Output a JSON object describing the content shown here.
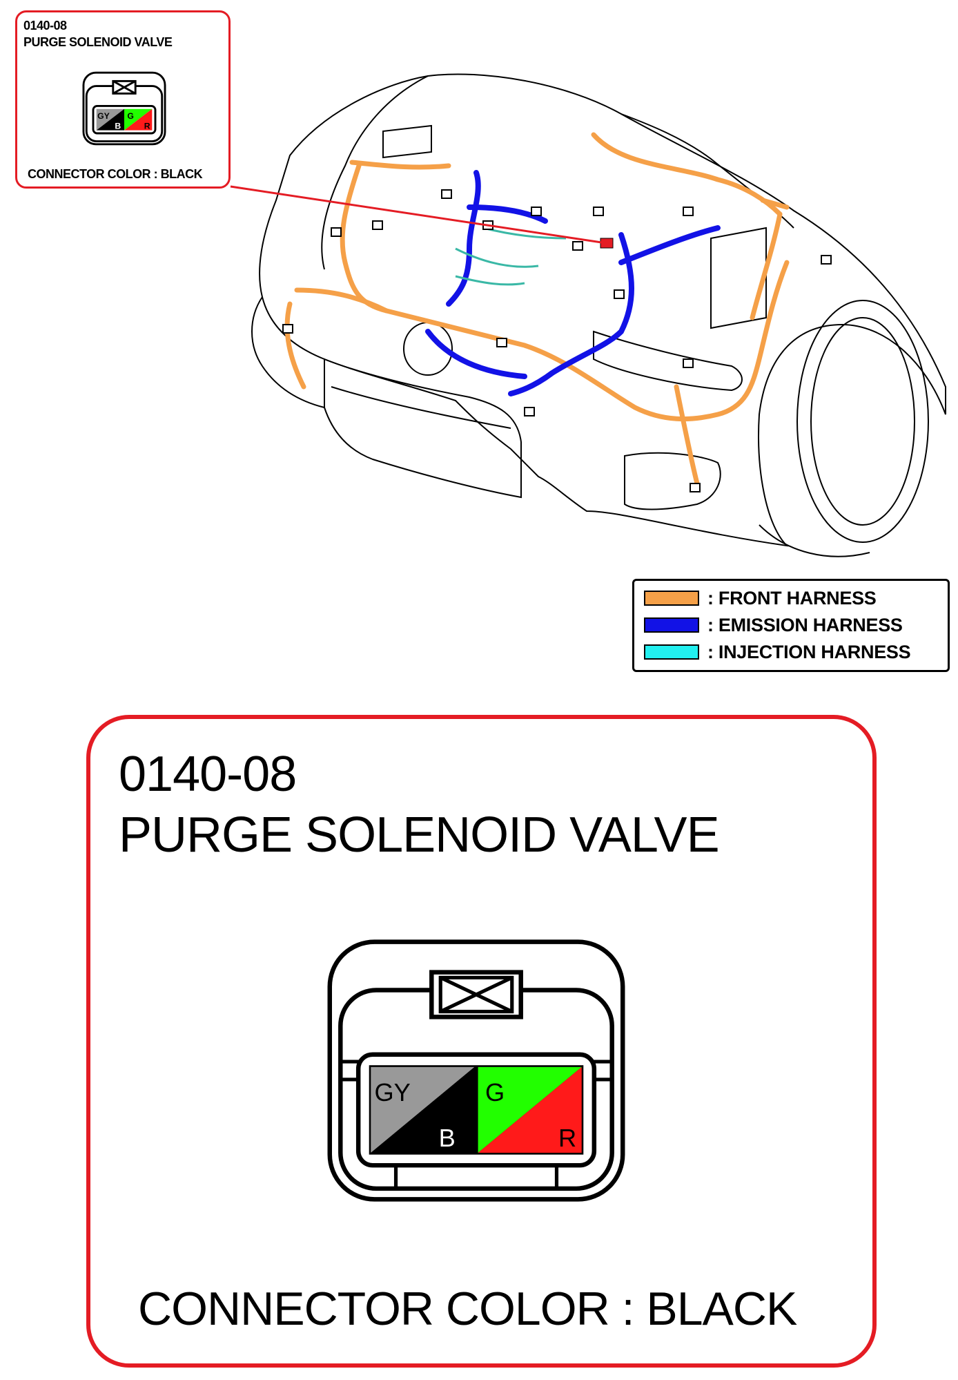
{
  "callout_small": {
    "code": "0140-08",
    "name": "PURGE SOLENOID VALVE",
    "connector_color": "CONNECTOR COLOR : BLACK"
  },
  "callout_large": {
    "code": "0140-08",
    "name": "PURGE SOLENOID VALVE",
    "connector_color": "CONNECTOR COLOR : BLACK"
  },
  "connector": {
    "pins": [
      {
        "label": "GY",
        "color": "#999999"
      },
      {
        "label": "B",
        "color": "#000000"
      },
      {
        "label": "G",
        "color": "#22ff00"
      },
      {
        "label": "R",
        "color": "#ff1a1a"
      }
    ],
    "body_color": "#000000"
  },
  "legend": {
    "items": [
      {
        "label": ": FRONT HARNESS",
        "color": "#f5a048"
      },
      {
        "label": ": EMISSION HARNESS",
        "color": "#1212e6"
      },
      {
        "label": ": INJECTION HARNESS",
        "color": "#22f0f0"
      }
    ]
  },
  "colors": {
    "callout_border": "#e41c24",
    "leader_line": "#e41c24"
  }
}
